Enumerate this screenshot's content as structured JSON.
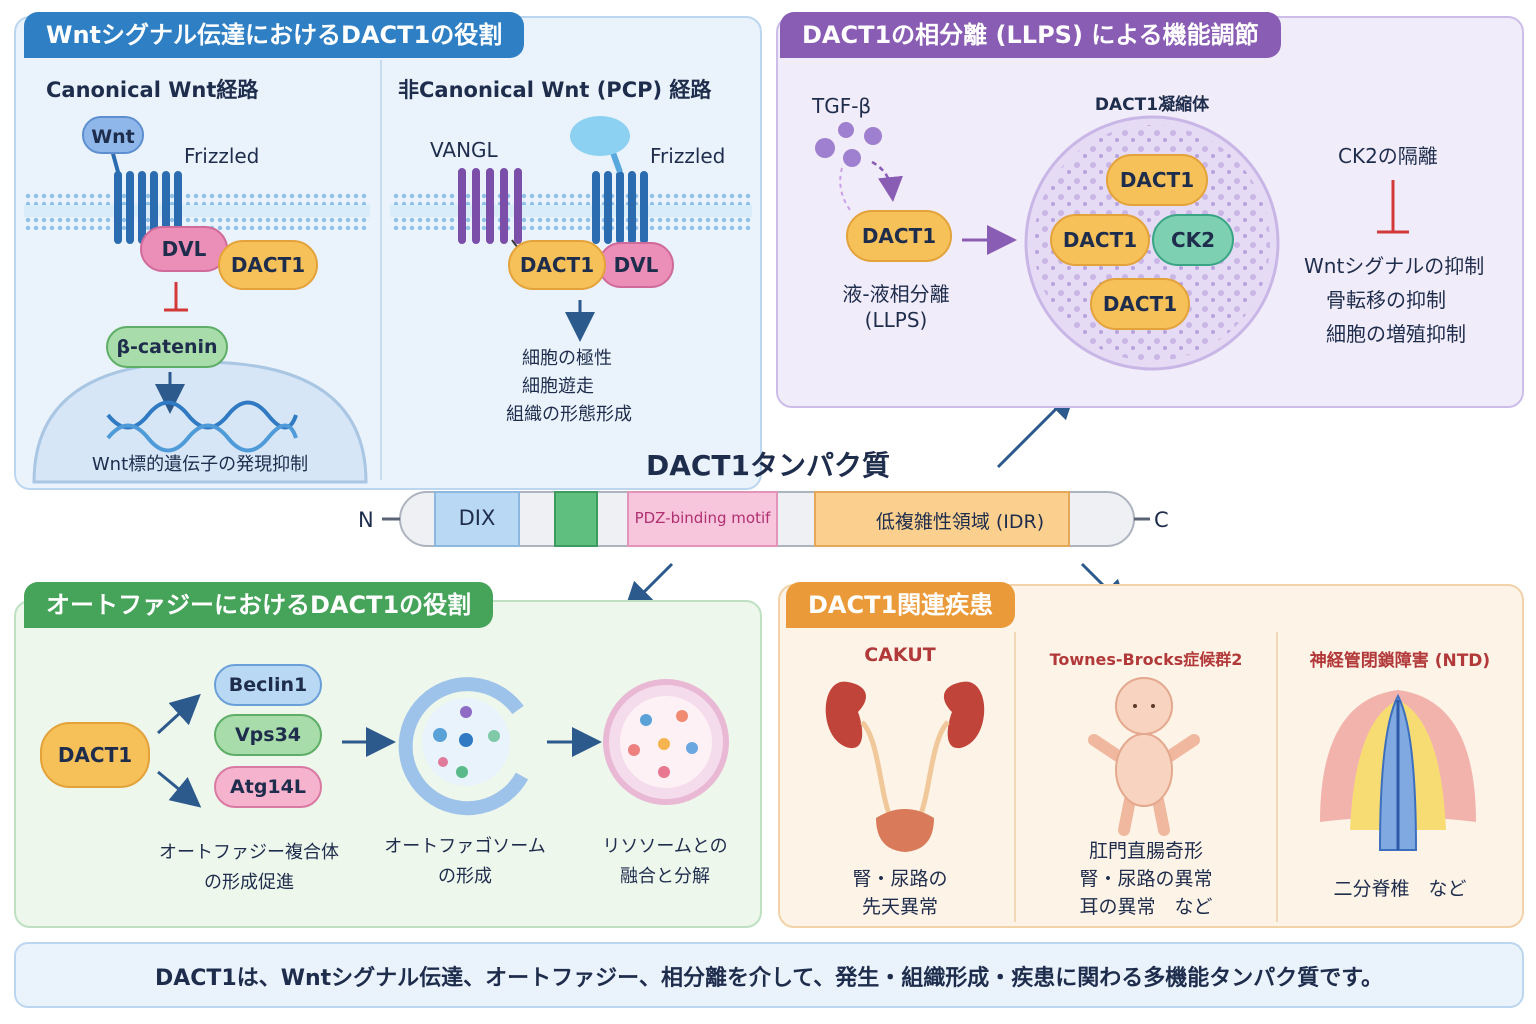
{
  "center": {
    "title": "DACT1タンパク質",
    "n_label": "N",
    "c_label": "C",
    "domains": [
      "DIX",
      "PDZ-binding motif",
      "低複雑性領域 (IDR)"
    ]
  },
  "wnt": {
    "title": "Wntシグナル伝達におけるDACT1の役割",
    "canonical": {
      "title": "Canonical Wnt経路",
      "wnt": "Wnt",
      "frizzled": "Frizzled",
      "dvl": "DVL",
      "dact1": "DACT1",
      "catenin": "β-catenin",
      "caption": "Wnt標的遺伝子の発現抑制"
    },
    "pcp": {
      "title": "非Canonical Wnt (PCP) 経路",
      "vangl": "VANGL",
      "frizzled": "Frizzled",
      "dact1": "DACT1",
      "dvl": "DVL",
      "outcomes": [
        "細胞の極性",
        "細胞遊走",
        "組織の形態形成"
      ]
    }
  },
  "llps": {
    "title": "DACT1の相分離 (LLPS) による機能調節",
    "tgf": "TGF-β",
    "dact1": "DACT1",
    "process": [
      "液-液相分離",
      "(LLPS)"
    ],
    "condensate_title": "DACT1凝縮体",
    "condensate": [
      "DACT1",
      "DACT1",
      "CK2",
      "DACT1"
    ],
    "ck2_title": "CK2の隔離",
    "effects": [
      "Wntシグナルの抑制",
      "骨転移の抑制",
      "細胞の増殖抑制"
    ]
  },
  "autophagy": {
    "title": "オートファジーにおけるDACT1の役割",
    "dact1": "DACT1",
    "complex": [
      "Beclin1",
      "Vps34",
      "Atg14L"
    ],
    "steps": [
      [
        "オートファジー複合体",
        "の形成促進"
      ],
      [
        "オートファゴソーム",
        "の形成"
      ],
      [
        "リソソームとの",
        "融合と分解"
      ]
    ]
  },
  "disease": {
    "title": "DACT1関連疾患",
    "items": [
      {
        "name": "CAKUT",
        "desc": [
          "腎・尿路の",
          "先天異常"
        ]
      },
      {
        "name": "Townes-Brocks症候群2",
        "desc": [
          "肛門直腸奇形",
          "腎・尿路の異常",
          "耳の異常　など"
        ]
      },
      {
        "name": "神経管閉鎖障害 (NTD)",
        "desc": [
          "二分脊椎　など"
        ]
      }
    ]
  },
  "summary": "DACT1は、Wntシグナル伝達、オートファジー、相分離を介して、発生・組織形成・疾患に関わる多機能タンパク質です。",
  "colors": {
    "blue": "#2e7fc4",
    "purple": "#8a5db5",
    "green": "#46a35a",
    "orange": "#eb9a3a",
    "dact1": "#f7c159",
    "dvl": "#ec8fb8"
  }
}
